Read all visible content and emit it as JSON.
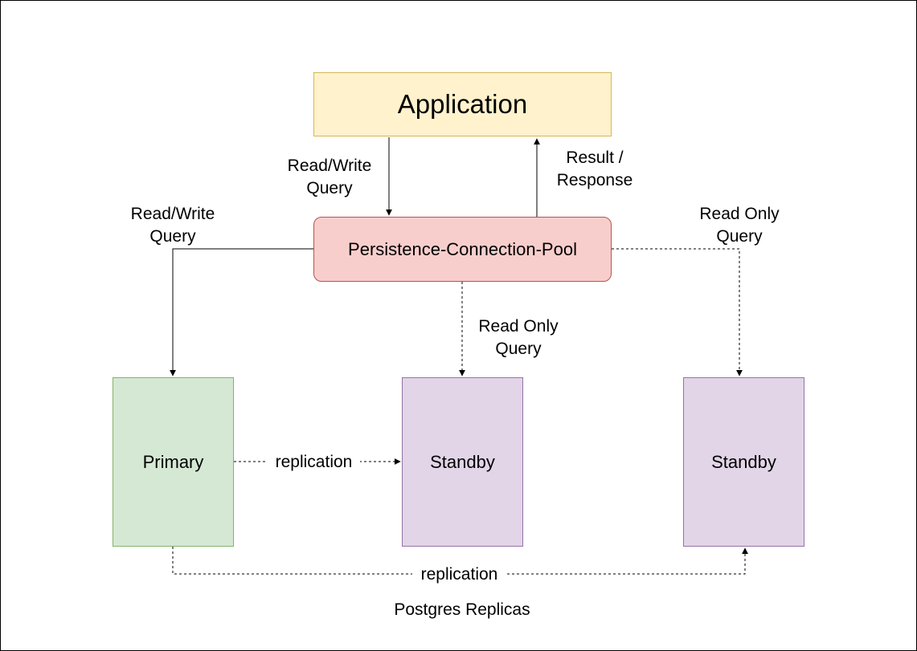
{
  "colors": {
    "application_fill": "#fff2cc",
    "application_border": "#d6b656",
    "pool_fill": "#f8cecc",
    "pool_border": "#b85450",
    "primary_fill": "#d5e8d4",
    "primary_border": "#82b366",
    "standby_fill": "#e1d5e7",
    "standby_border": "#9673a6",
    "edge": "#000000"
  },
  "nodes": {
    "application": "Application",
    "pool": "Persistence-Connection-Pool",
    "primary": "Primary",
    "standby_1": "Standby",
    "standby_2": "Standby"
  },
  "edges": {
    "app_to_pool": "Read/Write\nQuery",
    "pool_to_app": "Result /\nResponse",
    "pool_to_primary": "Read/Write\nQuery",
    "pool_to_standby_right": "Read Only\nQuery",
    "pool_to_standby_mid": "Read Only\nQuery",
    "primary_to_standby_mid": "replication",
    "primary_to_standby_right": "replication"
  },
  "caption": "Postgres Replicas"
}
